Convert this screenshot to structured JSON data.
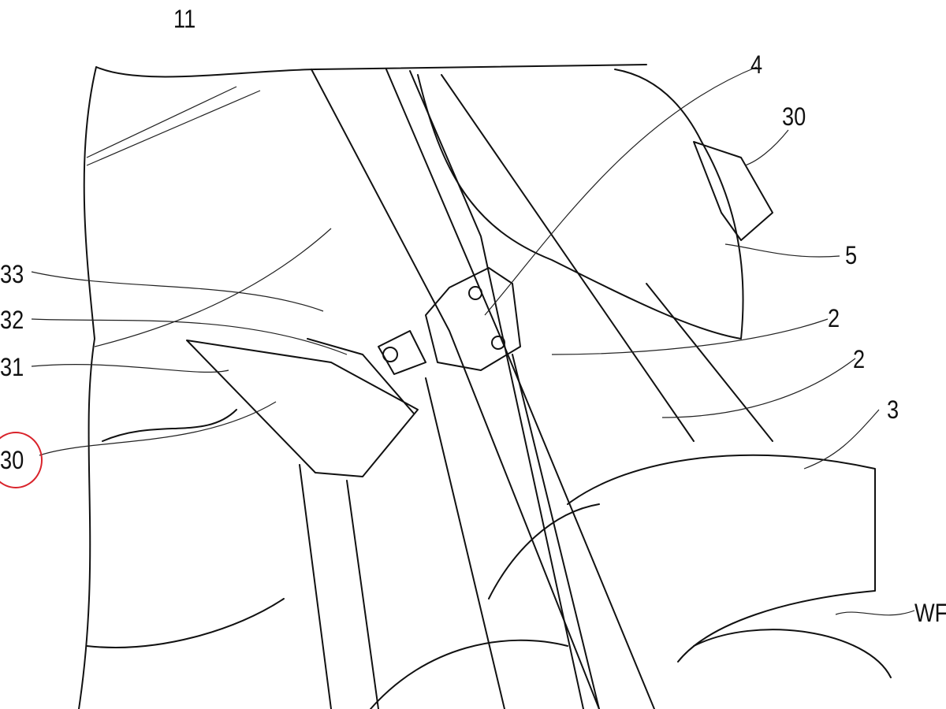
{
  "figure": {
    "labels": {
      "frame": "11",
      "stay": "4",
      "lamp_top": "30",
      "cowl": "5",
      "part33": "33",
      "part32": "32",
      "part31": "31",
      "lamp_highlighted": "30",
      "fork_a": "2",
      "fork_b": "2",
      "fender": "3",
      "wheel": "WF"
    },
    "highlight_color": "#d9232b"
  }
}
